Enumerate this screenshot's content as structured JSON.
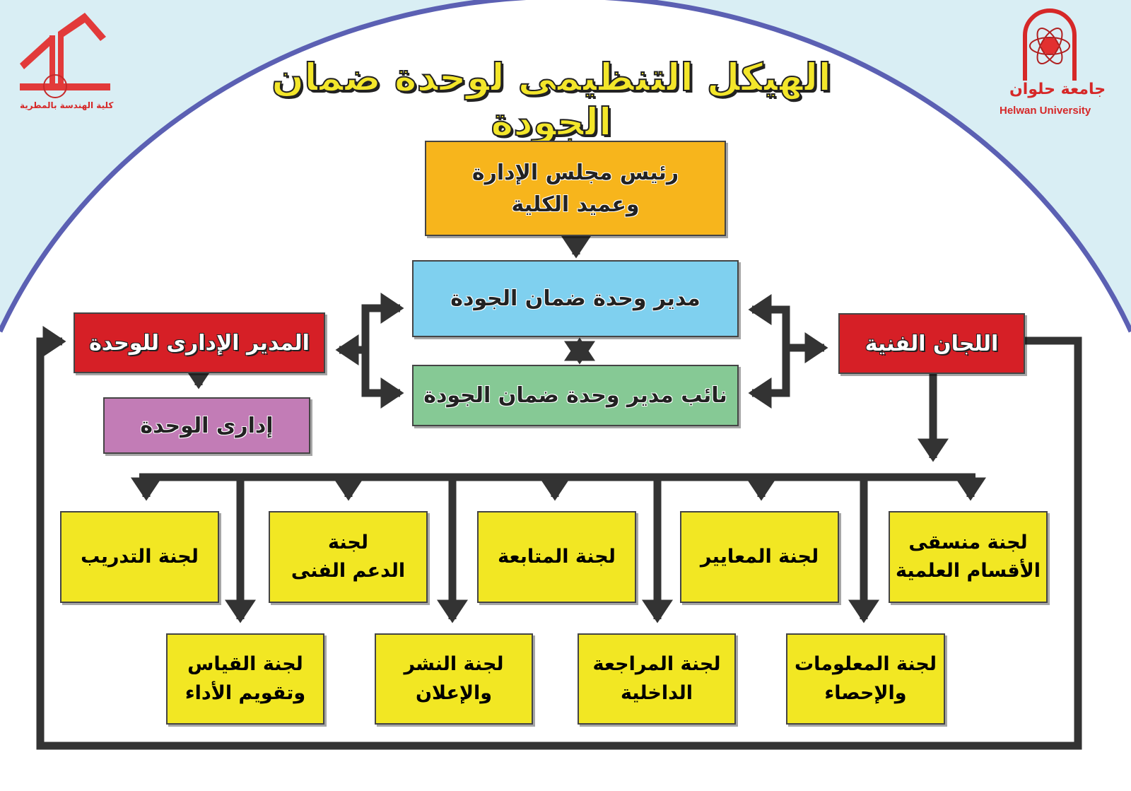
{
  "title": "الهيكل التنظيمى لوحدة ضمان الجودة",
  "logos": {
    "left": {
      "text": "كلية الهندسة بالمطرية"
    },
    "right": {
      "arabic": "جامعة حلوان",
      "english": "Helwan University"
    }
  },
  "nodes": {
    "board_head": "رئيس مجلس الإدارة\nوعميد الكلية",
    "unit_director": "مدير وحدة ضمان الجودة",
    "deputy_director": "نائب مدير وحدة ضمان الجودة",
    "admin_manager": "المدير الإدارى للوحدة",
    "unit_admin": "إدارى الوحدة",
    "technical_committees": "اللجان الفنية"
  },
  "committees_row1": [
    "لجنة التدريب",
    "لجنة\nالدعم الفنى",
    "لجنة المتابعة",
    "لجنة المعايير",
    "لجنة منسقى\nالأقسام العلمية"
  ],
  "committees_row2": [
    "لجنة القياس\nوتقويم الأداء",
    "لجنة النشر\nوالإعلان",
    "لجنة المراجعة\nالداخلية",
    "لجنة المعلومات\nوالإحصاء"
  ],
  "colors": {
    "orange": "#f7b51c",
    "blue": "#7fd0ef",
    "green": "#86c995",
    "red": "#d61f26",
    "purple": "#c27cb6",
    "yellow": "#f2e723"
  }
}
